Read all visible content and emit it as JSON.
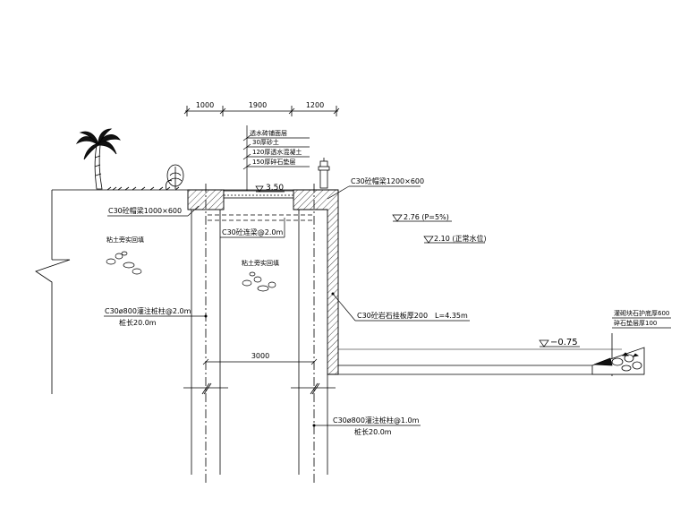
{
  "dimensions": {
    "top_left": "1000",
    "top_mid": "1900",
    "top_right": "1200",
    "pile_spacing": "3000"
  },
  "layers": {
    "l1": "透水砖铺面层",
    "l2": "30厚砂土",
    "l3": "120厚透水混凝土",
    "l4": "150厚碎石垫层"
  },
  "labels": {
    "cap_left": "C30砼帽梁1000×600",
    "cap_right": "C30砼帽梁1200×600",
    "tie_beam": "C30砼连梁@2.0m",
    "fill_left": "粘土旁实回填",
    "fill_mid": "粘土旁实回填",
    "pile_left_a": "C30ø800灌注桩柱@2.0m",
    "pile_left_b": "桩长20.0m",
    "pile_right_a": "C30ø800灌注桩柱@1.0m",
    "pile_right_b": "桩长20.0m",
    "wall": "C30砼岩石挂板厚200　L=4.35m",
    "riprap": "灌砌块石护底厚600",
    "gravel": "碎石垫层厚100"
  },
  "elevations": {
    "top": "3.50",
    "flood": "2.76 (P=5%)",
    "normal": "2.10 (正常水位)",
    "bottom": "−0.75"
  }
}
